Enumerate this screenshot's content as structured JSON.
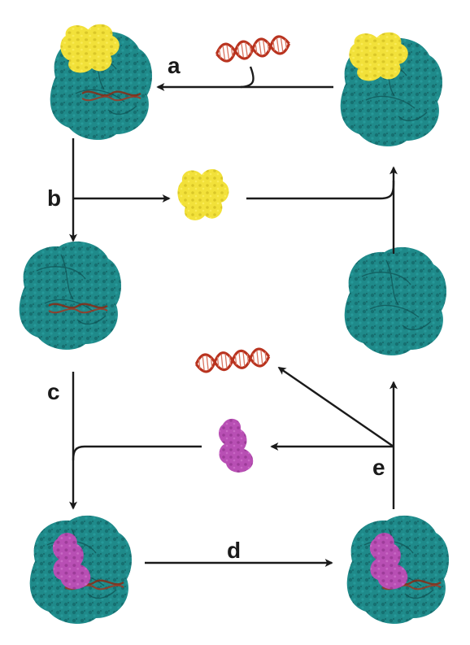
{
  "steps": {
    "a": "a",
    "b": "b",
    "c": "c",
    "d": "d",
    "e": "e"
  },
  "colors": {
    "protein_core": "#1f8a8a",
    "protein_dark": "#0f5a5c",
    "bound_factor_yellow": "#f2e13a",
    "bound_factor_purple": "#b84fb4",
    "dna": "#b8321e",
    "arrow": "#1a1a1a"
  },
  "icons": {
    "complex_yellow_dna": "protein-complex-yellow-dna-icon",
    "complex_yellow": "protein-complex-yellow-icon",
    "complex_dna": "protein-complex-dna-icon",
    "core": "protein-core-icon",
    "complex_purple_dna": "protein-complex-purple-dna-icon",
    "dna_helix": "dna-helix-icon",
    "yellow_factor": "yellow-factor-icon",
    "purple_factor": "purple-factor-icon"
  }
}
